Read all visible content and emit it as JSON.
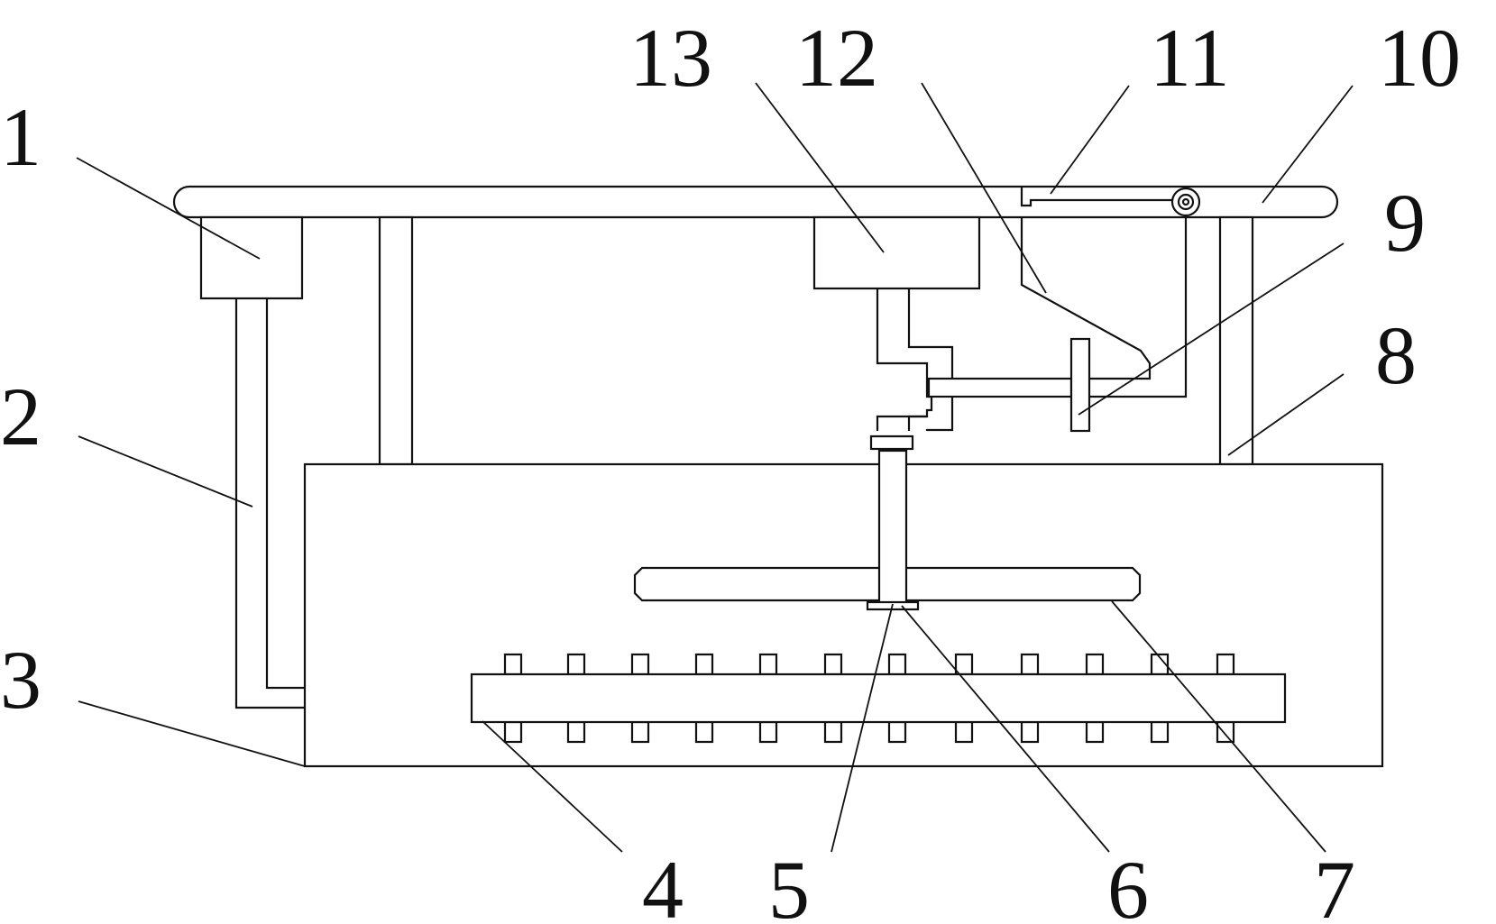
{
  "colors": {
    "stroke": "#111111",
    "background": "#ffffff"
  },
  "callouts": {
    "c1": "1",
    "c2": "2",
    "c3": "3",
    "c4": "4",
    "c5": "5",
    "c6": "6",
    "c7": "7",
    "c8": "8",
    "c9": "9",
    "c10": "10",
    "c11": "11",
    "c12": "12",
    "c13": "13"
  }
}
